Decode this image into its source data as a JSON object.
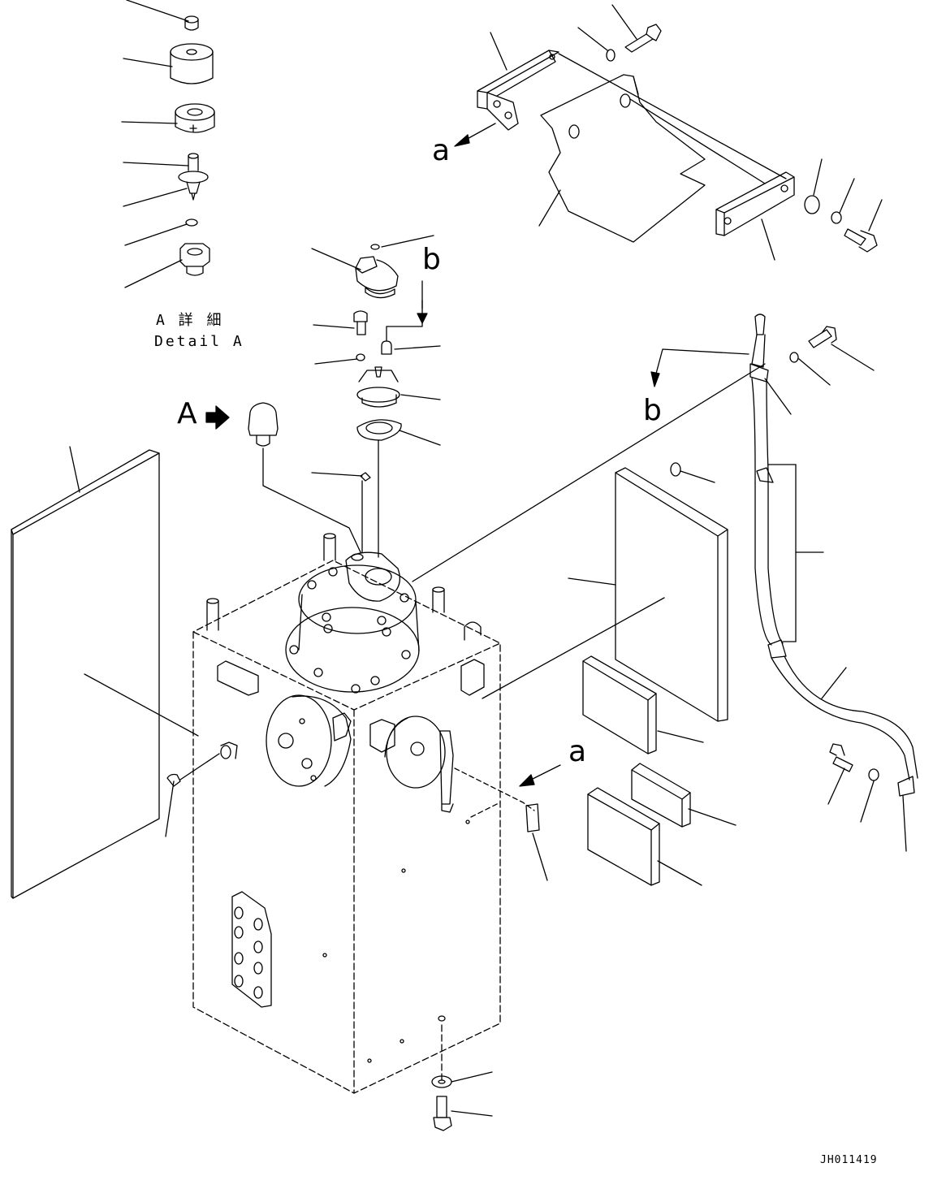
{
  "drawing_code": "JH011419",
  "detail": {
    "title_ja": "A 詳 細",
    "title_en": "Detail A"
  },
  "view_markers": {
    "A": "A",
    "a_top": "a",
    "a_lower": "a",
    "b_top": "b",
    "b_right": "b"
  },
  "colors": {
    "line": "#000000",
    "background": "#ffffff"
  }
}
